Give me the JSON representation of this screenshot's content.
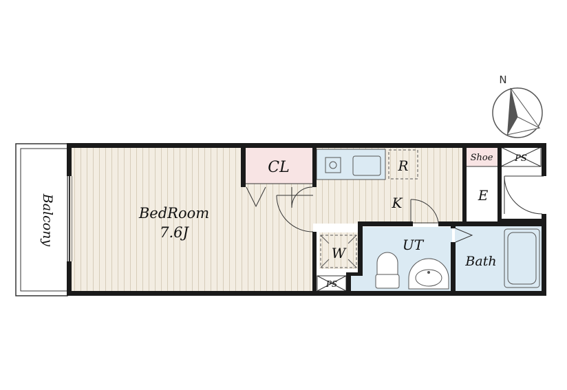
{
  "compass": {
    "north": "N"
  },
  "rooms": {
    "balcony": "Balcony",
    "bedroom": "BedRoom",
    "bedroom_size": "7.6J",
    "closet": "CL",
    "refrigerator": "R",
    "kitchen": "K",
    "shoe": "Shoe",
    "pipe_space_top": "PS",
    "pipe_space_bottom": "PS",
    "entrance": "E",
    "washer": "W",
    "utility": "UT",
    "bath": "Bath"
  },
  "colors": {
    "wall": "#1a1a1a",
    "floor": "#f3ede2",
    "floor_stripe": "#d9cfbd",
    "wet_area": "#dbeaf3",
    "closet_fill": "#f8e4e4",
    "shoe_fill": "#f8e4e4",
    "compass_dark": "#555555"
  }
}
